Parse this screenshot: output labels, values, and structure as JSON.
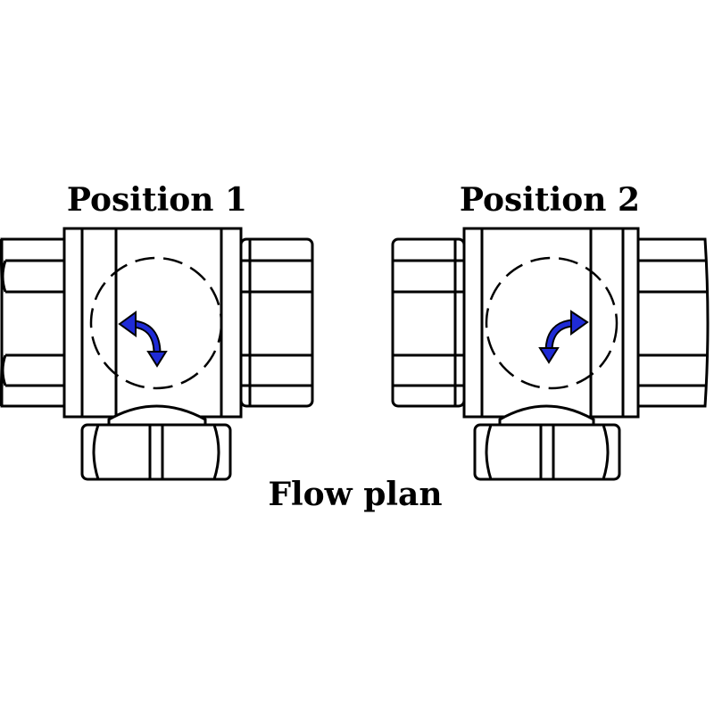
{
  "labels": {
    "position_1": "Position 1",
    "position_2": "Position 2",
    "flow_plan": "Flow plan"
  },
  "colors": {
    "line": "#000000",
    "arrow": "#1f2bd6",
    "background": "#ffffff"
  },
  "icons": {
    "position_1_arrow": "curved-arrow-left-down-icon",
    "position_2_arrow": "curved-arrow-right-down-icon"
  }
}
